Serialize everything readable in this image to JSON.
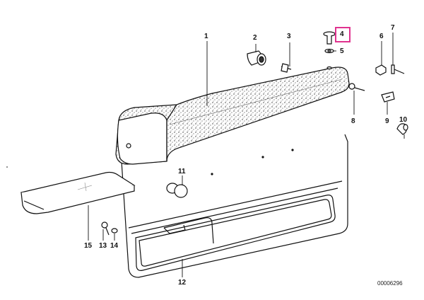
{
  "diagram": {
    "callouts": [
      {
        "id": "1",
        "label": "1"
      },
      {
        "id": "2",
        "label": "2"
      },
      {
        "id": "3",
        "label": "3"
      },
      {
        "id": "4",
        "label": "4"
      },
      {
        "id": "5",
        "label": "5"
      },
      {
        "id": "6",
        "label": "6"
      },
      {
        "id": "7",
        "label": "7"
      },
      {
        "id": "8",
        "label": "8"
      },
      {
        "id": "9",
        "label": "9"
      },
      {
        "id": "10",
        "label": "10"
      },
      {
        "id": "11",
        "label": "11"
      },
      {
        "id": "12",
        "label": "12"
      },
      {
        "id": "13",
        "label": "13"
      },
      {
        "id": "14",
        "label": "14"
      },
      {
        "id": "15",
        "label": "15"
      }
    ],
    "highlighted_callout": "4",
    "highlight_color": "#e0338f",
    "document_number": "00006296"
  }
}
